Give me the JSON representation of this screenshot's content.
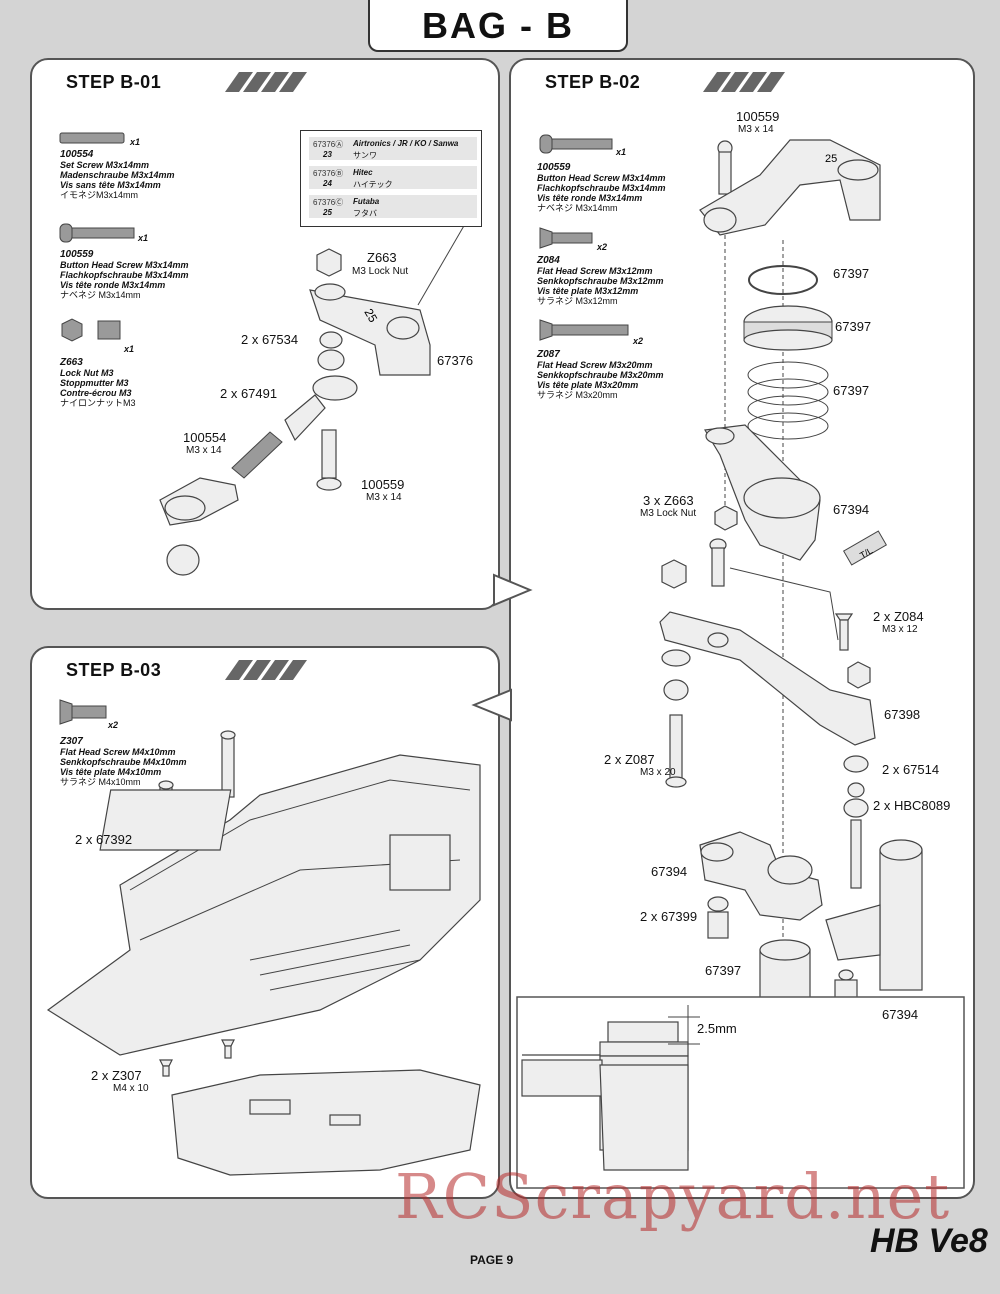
{
  "header": {
    "title": "BAG - B"
  },
  "step1": {
    "title": "STEP B-01",
    "parts": [
      {
        "qty": "x1",
        "pn": "100554",
        "l1": "Set Screw M3x14mm",
        "l2": "Madenschraube M3x14mm",
        "l3": "Vis sans tête M3x14mm",
        "jp": "イモネジM3x14mm"
      },
      {
        "qty": "x1",
        "pn": "100559",
        "l1": "Button Head Screw M3x14mm",
        "l2": "Flachkopfschraube M3x14mm",
        "l3": "Vis tête ronde M3x14mm",
        "jp": "ナベネジ M3x14mm"
      },
      {
        "qty": "x1",
        "pn": "Z663",
        "l1": "Lock Nut M3",
        "l2": "Stoppmutter M3",
        "l3": "Contre-écrou M3",
        "jp": "ナイロンナットM3"
      }
    ],
    "legend": [
      {
        "code": "67376Ⓐ",
        "num": "23",
        "brand": "Airtronics / JR / KO / Sanwa",
        "jp": "サンワ"
      },
      {
        "code": "67376Ⓑ",
        "num": "24",
        "brand": "Hitec",
        "jp": "ハイテック"
      },
      {
        "code": "67376Ⓒ",
        "num": "25",
        "brand": "Futaba",
        "jp": "フタバ"
      }
    ],
    "callouts": {
      "z663": "Z663",
      "z663_sub": "M3 Lock Nut",
      "c67534": "2 x 67534",
      "c67376": "67376",
      "c67491": "2 x 67491",
      "c100554": "100554",
      "c100554_sub": "M3 x 14",
      "c100559": "100559",
      "c100559_sub": "M3 x 14",
      "horn_mark": "25"
    }
  },
  "step2": {
    "title": "STEP B-02",
    "parts": [
      {
        "qty": "x1",
        "pn": "100559",
        "l1": "Button Head Screw M3x14mm",
        "l2": "Flachkopfschraube M3x14mm",
        "l3": "Vis tête ronde M3x14mm",
        "jp": "ナベネジ M3x14mm"
      },
      {
        "qty": "x2",
        "pn": "Z084",
        "l1": "Flat Head Screw M3x12mm",
        "l2": "Senkkopfschraube M3x12mm",
        "l3": "Vis tête plate M3x12mm",
        "jp": "サラネジ M3x12mm"
      },
      {
        "qty": "x2",
        "pn": "Z087",
        "l1": "Flat Head Screw M3x20mm",
        "l2": "Senkkopfschraube M3x20mm",
        "l3": "Vis tête plate M3x20mm",
        "jp": "サラネジ M3x20mm"
      }
    ],
    "callouts": {
      "c100559": "100559",
      "c100559_sub": "M3 x 14",
      "c67397a": "67397",
      "c67397b": "67397",
      "c67397c": "67397",
      "c67394a": "67394",
      "z663": "3 x Z663",
      "z663_sub": "M3 Lock Nut",
      "tl": "T/L",
      "z084": "2 x Z084",
      "z084_sub": "M3 x 12",
      "c67398": "67398",
      "z087": "2 x Z087",
      "z087_sub": "M3 x 20",
      "c67514": "2 x 67514",
      "hbc": "2 x HBC8089",
      "c67394b": "67394",
      "c67399": "2 x 67399",
      "c67397d": "67397",
      "c67394c": "67394",
      "dim": "2.5mm",
      "horn_mark": "25"
    }
  },
  "step3": {
    "title": "STEP B-03",
    "parts": [
      {
        "qty": "x2",
        "pn": "Z307",
        "l1": "Flat Head Screw M4x10mm",
        "l2": "Senkkopfschraube M4x10mm",
        "l3": "Vis tête plate M4x10mm",
        "jp": "サラネジ M4x10mm"
      }
    ],
    "callouts": {
      "c67392": "2 x 67392",
      "z307": "2 x Z307",
      "z307_sub": "M4 x 10"
    }
  },
  "footer": {
    "page": "PAGE 9",
    "watermark": "RCScrapyard.net",
    "logo": "HB Ve8"
  }
}
